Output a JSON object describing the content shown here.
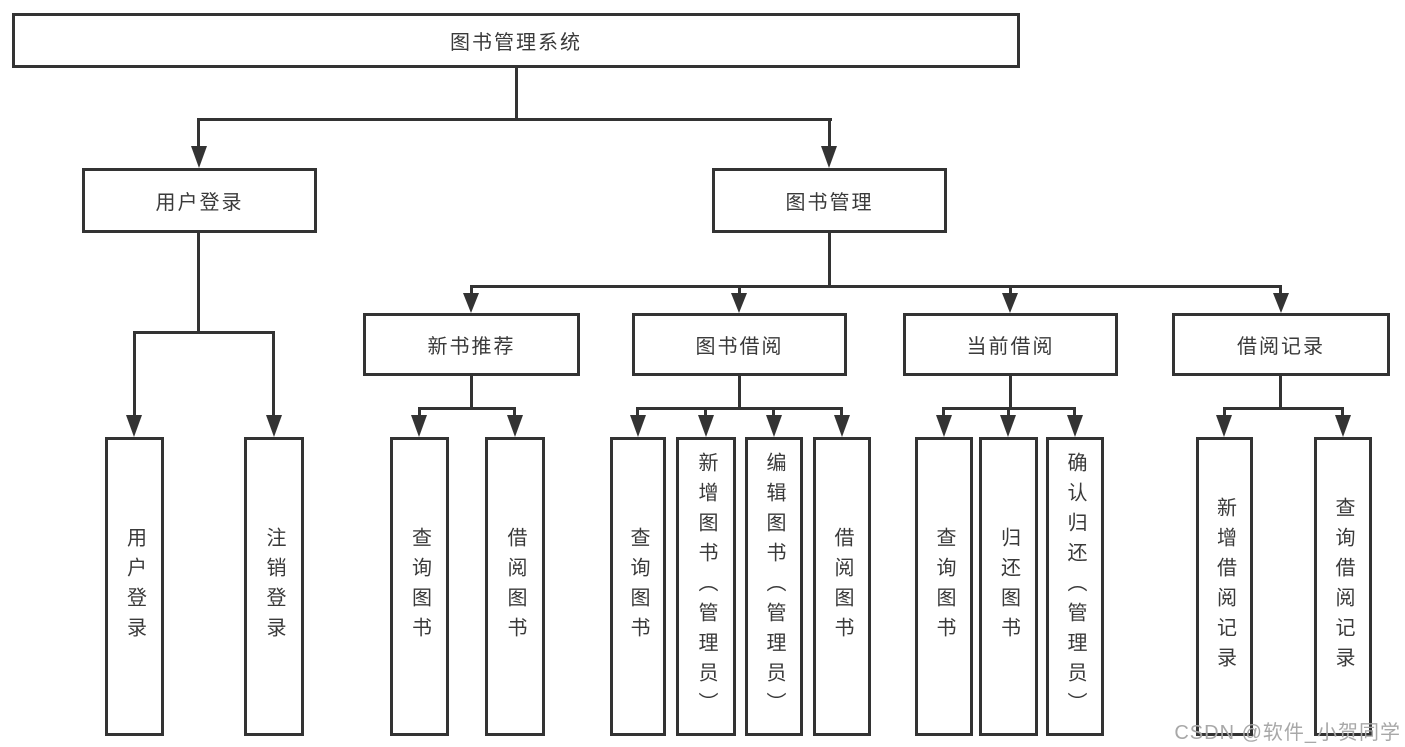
{
  "tree": {
    "root": {
      "label": "图书管理系统",
      "children": [
        {
          "label": "用户登录",
          "children": [
            {
              "label": "用户登录"
            },
            {
              "label": "注销登录"
            }
          ]
        },
        {
          "label": "图书管理",
          "children": [
            {
              "label": "新书推荐",
              "children": [
                {
                  "label": "查询图书"
                },
                {
                  "label": "借阅图书"
                }
              ]
            },
            {
              "label": "图书借阅",
              "children": [
                {
                  "label": "查询图书"
                },
                {
                  "label": "新增图书（管理员）"
                },
                {
                  "label": "编辑图书（管理员）"
                },
                {
                  "label": "借阅图书"
                }
              ]
            },
            {
              "label": "当前借阅",
              "children": [
                {
                  "label": "查询图书"
                },
                {
                  "label": "归还图书"
                },
                {
                  "label": "确认归还（管理员）"
                }
              ]
            },
            {
              "label": "借阅记录",
              "children": [
                {
                  "label": "新增借阅记录"
                },
                {
                  "label": "查询借阅记录"
                }
              ]
            }
          ]
        }
      ]
    }
  },
  "watermark": {
    "text": "CSDN @软件_小贺同学"
  },
  "colors": {
    "line": "#333333",
    "border": "#333333",
    "text": "#3a3a3a",
    "watermark": "#a8a8a8",
    "background": "#ffffff"
  }
}
